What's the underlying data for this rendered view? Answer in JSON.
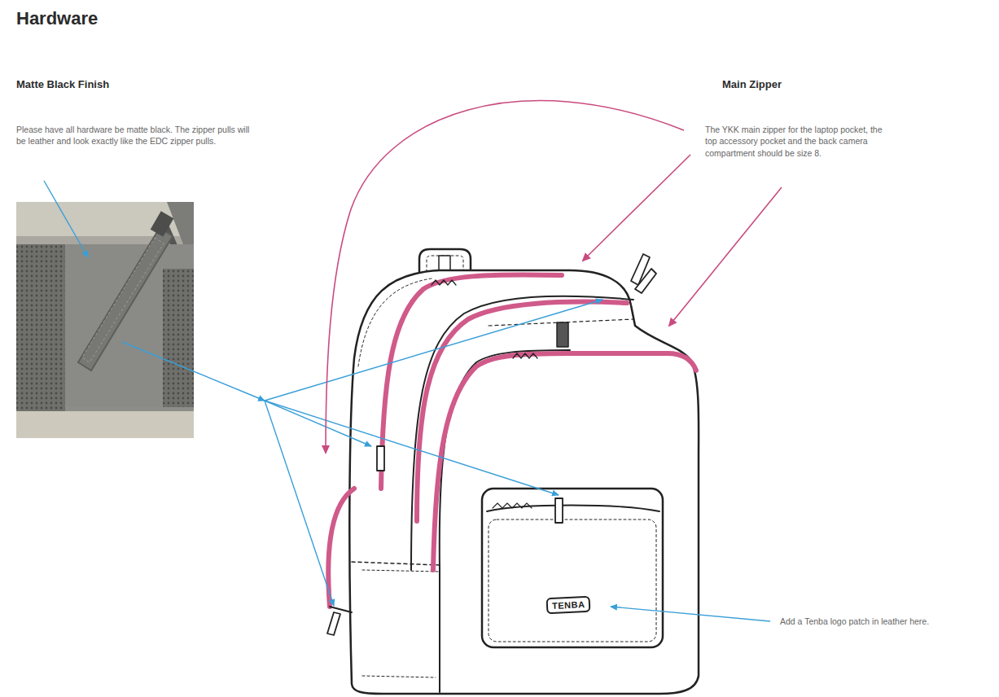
{
  "diagram": {
    "title": "Hardware",
    "nodes": [
      {
        "text": [
          "TENBA"
        ]
      }
    ],
    "labels": [
      "Matte Black Finish",
      "Please have all hardware be matte black. The zipper pulls will be leather and look exactly like the EDC zipper pulls.",
      "Main Zipper",
      "The YKK main zipper for the laptop pocket, the top accessory pocket and the back camera compartment should be size 8.",
      "Add a Tenba logo patch in leather here."
    ]
  }
}
